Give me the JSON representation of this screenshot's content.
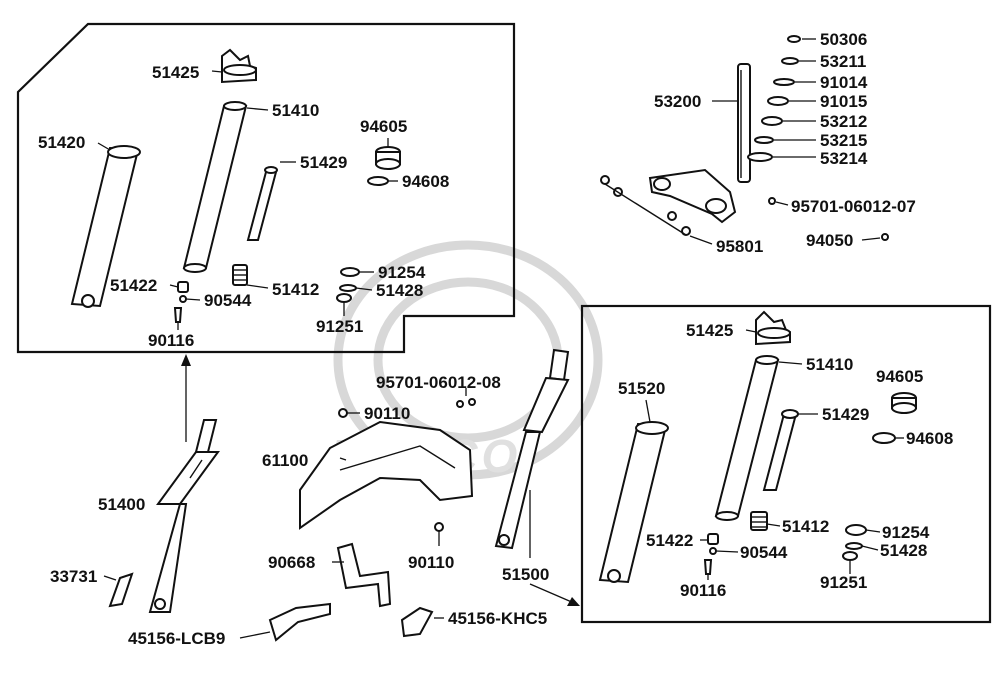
{
  "watermark": {
    "brand": "KYMCO"
  },
  "labels": {
    "p50306": "50306",
    "p53211": "53211",
    "p91014": "91014",
    "p91015": "91015",
    "p53212": "53212",
    "p53215": "53215",
    "p53214": "53214",
    "p53200": "53200",
    "p95701_07": "95701-06012-07",
    "p95801": "95801",
    "p94050": "94050",
    "p51425_a": "51425",
    "p51410_a": "51410",
    "p51420": "51420",
    "p51429_a": "51429",
    "p94605_a": "94605",
    "p94608_a": "94608",
    "p51422_a": "51422",
    "p90544_a": "90544",
    "p51412_a": "51412",
    "p91254_a": "91254",
    "p51428_a": "51428",
    "p91251_a": "91251",
    "p90116_a": "90116",
    "p95701_08": "95701-06012-08",
    "p90110_top": "90110",
    "p61100": "61100",
    "p51400": "51400",
    "p90110_bot": "90110",
    "p90668": "90668",
    "p33731": "33731",
    "p51500": "51500",
    "p45156_lcb9": "45156-LCB9",
    "p45156_khc5": "45156-KHC5",
    "p51425_b": "51425",
    "p51410_b": "51410",
    "p51520": "51520",
    "p94605_b": "94605",
    "p51429_b": "51429",
    "p94608_b": "94608",
    "p51422_b": "51422",
    "p51412_b": "51412",
    "p91254_b": "91254",
    "p90544_b": "90544",
    "p51428_b": "51428",
    "p90116_b": "90116",
    "p91251_b": "91251"
  }
}
